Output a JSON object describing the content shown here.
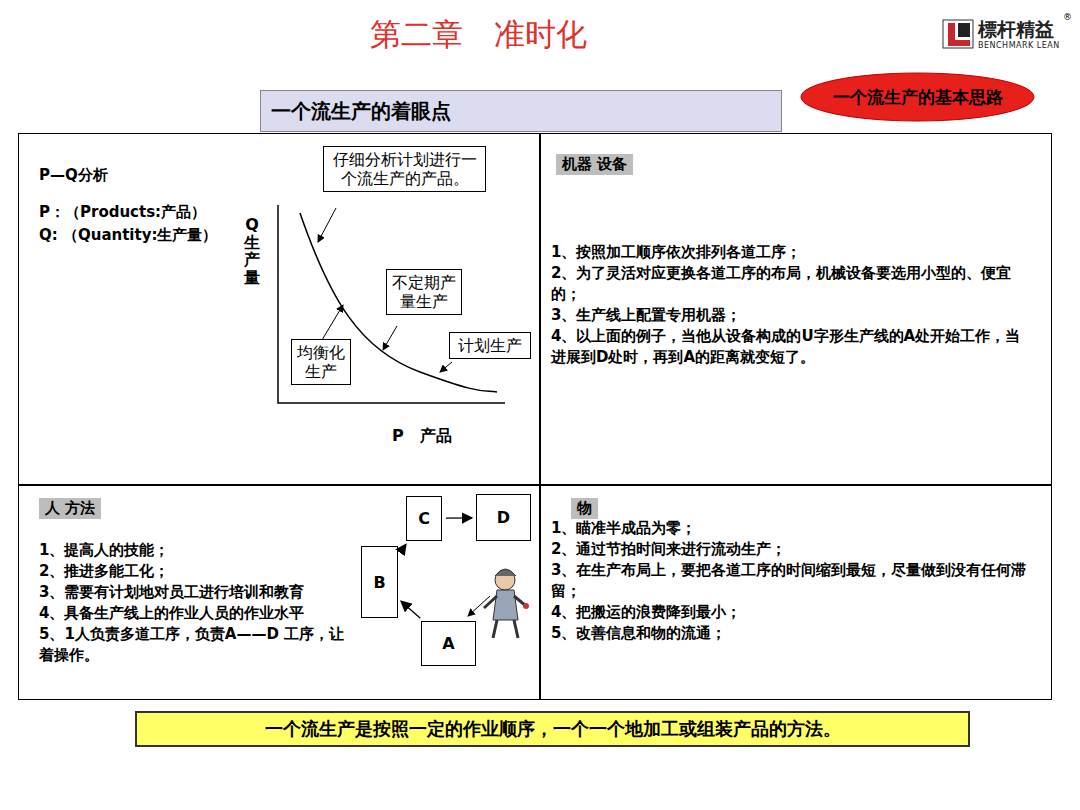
{
  "diagram": {
    "title": "第二章　准时化",
    "caption": "一个流生产是按照一定的作业顺序，一个一个地加工或组装产品的方法。",
    "nodes": [
      {
        "text": [
          "一个流生产的基本思路"
        ]
      },
      {
        "text": [
          "一个流生产的着眼点"
        ]
      },
      {
        "text": [
          "P—Q分析",
          "P：（Products:产品）",
          "Q: （Quantity:生产量）"
        ]
      },
      {
        "text": [
          "仔细分析计划进行一个流生产的产品。"
        ],
        "in": 2
      },
      {
        "text": [
          "不定期产量生产"
        ],
        "in": 2
      },
      {
        "text": [
          "均衡化生产"
        ],
        "in": 2
      },
      {
        "text": [
          "计划生产"
        ],
        "in": 2
      },
      {
        "text": [
          "机器  设备",
          "1、按照加工顺序依次排列各道工序；",
          "2、为了灵活对应更换各道工序的布局，机械设备要选用小型的、便宜的；",
          "3、生产线上配置专用机器；",
          "4、以上面的例子，当他从设备构成的U字形生产线的A处开始工作，当进展到D处时，再到A的距离就变短了。"
        ]
      },
      {
        "text": [
          "人  方法",
          "1、提高人的技能；",
          "2、推进多能工化；",
          "3、需要有计划地对员工进行培训和教育",
          "4、具备生产线上的作业人员的作业水平",
          "5、1人负责多道工序，负责A——D 工序，让着操作。"
        ]
      },
      {
        "text": [
          "C"
        ],
        "in": 8
      },
      {
        "text": [
          "D"
        ],
        "in": 8
      },
      {
        "text": [
          "B"
        ],
        "in": 8
      },
      {
        "text": [
          "A"
        ],
        "in": 8
      },
      {
        "text": [
          "物",
          "1、瞄准半成品为零；",
          "2、通过节拍时间来进行流动生产；",
          "3、在生产布局上，要把各道工序的时间缩到最短，尽量做到没有任何滞留；",
          "4、把搬运的浪费降到最小；",
          "5、改善信息和物的流通；"
        ]
      }
    ],
    "edges": [
      {
        "from": 12,
        "to": 11,
        "arrow": "to"
      },
      {
        "from": 11,
        "to": 9,
        "arrow": "to"
      },
      {
        "from": 9,
        "to": 10,
        "arrow": "to"
      }
    ],
    "labels": [
      "標杆精益",
      "®",
      "BENCHMARK LEAN",
      "Q生产量",
      "P　产品"
    ]
  }
}
